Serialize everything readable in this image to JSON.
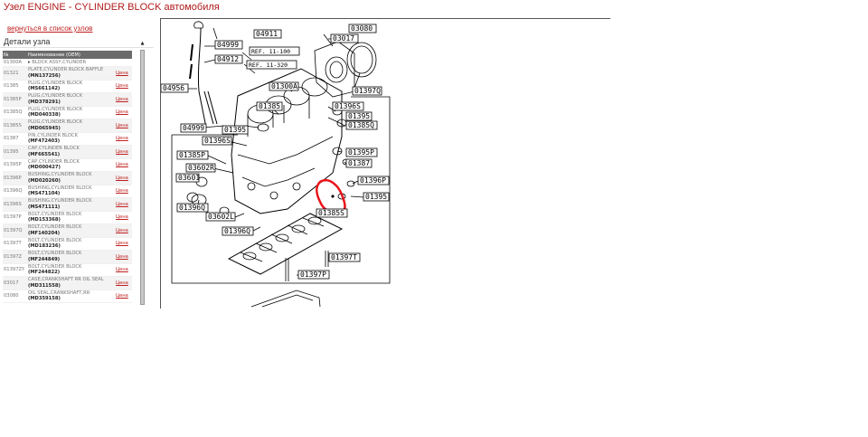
{
  "header": {
    "title": "Узел ENGINE - CYLINDER BLOCK автомобиля",
    "back_link": "вернуться в список узлов",
    "section_title": "Детали узла"
  },
  "parts_table": {
    "columns": [
      "№",
      "Наименование (OEM)",
      ""
    ],
    "rows": [
      {
        "num": "01300A",
        "name": "BLOCK ASSY,CYLINDER",
        "part": "",
        "action": ""
      },
      {
        "num": "01321",
        "name": "PLATE,CYLINDER BLOCK BAFFLE",
        "part": "(MN137256)",
        "action": "Цена"
      },
      {
        "num": "01385",
        "name": "PLUG,CYLINDER BLOCK",
        "part": "(MS661142)",
        "action": "Цена"
      },
      {
        "num": "01385P",
        "name": "PLUG,CYLINDER BLOCK",
        "part": "(MD378291)",
        "action": "Цена"
      },
      {
        "num": "01385Q",
        "name": "PLUG,CYLINDER BLOCK",
        "part": "(MD040338)",
        "action": "Цена"
      },
      {
        "num": "01385S",
        "name": "PLUG,CYLINDER BLOCK",
        "part": "(MD065945)",
        "action": "Цена"
      },
      {
        "num": "01387",
        "name": "PIN,CYLINDER BLOCK",
        "part": "(MF472403)",
        "action": "Цена"
      },
      {
        "num": "01395",
        "name": "CAP,CYLINDER BLOCK",
        "part": "(MF665541)",
        "action": "Цена"
      },
      {
        "num": "01395P",
        "name": "CAP,CYLINDER BLOCK",
        "part": "(MD000427)",
        "action": "Цена"
      },
      {
        "num": "01396P",
        "name": "BUSHING,CYLINDER BLOCK",
        "part": "(MD020260)",
        "action": "Цена"
      },
      {
        "num": "01396Q",
        "name": "BUSHING,CYLINDER BLOCK",
        "part": "(MS471104)",
        "action": "Цена"
      },
      {
        "num": "01396S",
        "name": "BUSHING,CYLINDER BLOCK",
        "part": "(MS471111)",
        "action": "Цена"
      },
      {
        "num": "01397P",
        "name": "BOLT,CYLINDER BLOCK",
        "part": "(MD153368)",
        "action": "Цена"
      },
      {
        "num": "01397Q",
        "name": "BOLT,CYLINDER BLOCK",
        "part": "(MF140204)",
        "action": "Цена"
      },
      {
        "num": "01397T",
        "name": "BOLT,CYLINDER BLOCK",
        "part": "(MD183236)",
        "action": "Цена"
      },
      {
        "num": "01397Z",
        "name": "BOLT,CYLINDER BLOCK",
        "part": "(MF244849)",
        "action": "Цена"
      },
      {
        "num": "01397ZY",
        "name": "BOLT,CYLINDER BLOCK",
        "part": "(MF244822)",
        "action": "Цена"
      },
      {
        "num": "03017",
        "name": "CASE,CRANKSHAFT RR OIL SEAL",
        "part": "(MD311558)",
        "action": "Цена"
      },
      {
        "num": "03080",
        "name": "OIL SEAL,CRANKSHAFT,RR",
        "part": "(MD359158)",
        "action": "Цена"
      }
    ]
  },
  "diagram": {
    "labels": {
      "l04911": "04911",
      "l04999a": "04999",
      "l04912": "04912",
      "l04956": "04956",
      "ref1": "REF. 11-100",
      "ref2": "REF. 11-320",
      "l03080": "03080",
      "l03017": "03017",
      "l01397q": "01397Q",
      "l01300a": "01300A",
      "l01385": "01385",
      "l01396s1": "01396S",
      "l01395a": "01395",
      "l01385q": "01385Q",
      "l04999b": "04999",
      "l01395b": "01395",
      "l01396s2": "01396S",
      "l01395p": "01395P",
      "l01387": "01387",
      "l01385p": "01385P",
      "l03602r": "03602R",
      "l03601": "03601",
      "l01396p": "01396P",
      "l01395c": "01395",
      "l01396q1": "01396Q",
      "l03602l": "03602L",
      "l01385s": "01385S",
      "l01396q2": "01396Q",
      "l01397t": "01397T",
      "l01397p": "01397P"
    },
    "highlight_color": "#e8141a"
  }
}
